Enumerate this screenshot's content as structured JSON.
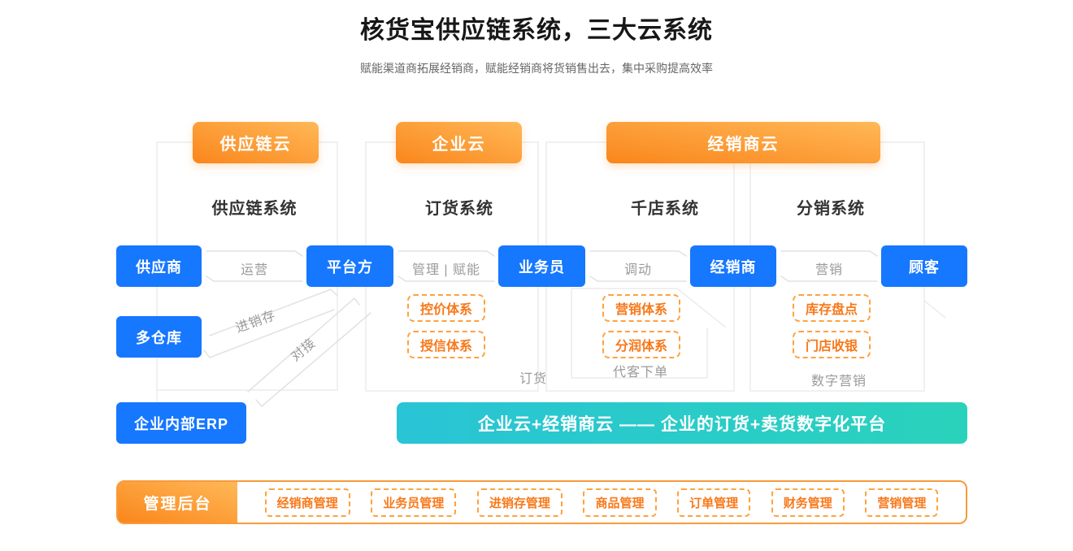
{
  "theme": {
    "orange-1": "#fa861c",
    "orange-2": "#ffb857",
    "blue": "#1677ff",
    "teal-1": "#29c4d6",
    "teal-2": "#2ad2bb",
    "dash-border": "#ffa23c",
    "dash-text": "#f7791b",
    "gray-line": "#e2e2e2",
    "gray-label": "#9a9a9a"
  },
  "header": {
    "title": "核货宝供应链系统，三大云系统",
    "subtitle": "赋能渠道商拓展经销商，赋能经销商将货销售出去，集中采购提高效率"
  },
  "clouds": [
    {
      "label": "供应链云"
    },
    {
      "label": "企业云"
    },
    {
      "label": "经销商云"
    }
  ],
  "systems": [
    {
      "title": "供应链系统"
    },
    {
      "title": "订货系统"
    },
    {
      "title": "千店系统"
    },
    {
      "title": "分销系统"
    }
  ],
  "nodes": {
    "supplier": "供应商",
    "warehouses": "多仓库",
    "erp": "企业内部ERP",
    "platform": "平台方",
    "salesman": "业务员",
    "dealer": "经销商",
    "customer": "顾客"
  },
  "flows": {
    "operate": "运营",
    "inventory": "进销存",
    "connect": "对接",
    "manage_empower": "管理 | 赋能",
    "dispatch": "调动",
    "marketing": "营销"
  },
  "capabilities": {
    "price_control": "控价体系",
    "credit": "授信体系",
    "marketing_system": "营销体系",
    "profit_sharing": "分润体系",
    "stock_check": "库存盘点",
    "store_cashier": "门店收银"
  },
  "tags": {
    "ordering": "订货",
    "proxy_order": "代客下单",
    "digital_marketing": "数字营销"
  },
  "summary": {
    "banner": "企业云+经销商云 —— 企业的订货+卖货数字化平台"
  },
  "admin": {
    "label": "管理后台",
    "modules": [
      {
        "label": "经销商管理"
      },
      {
        "label": "业务员管理"
      },
      {
        "label": "进销存管理"
      },
      {
        "label": "商品管理"
      },
      {
        "label": "订单管理"
      },
      {
        "label": "财务管理"
      },
      {
        "label": "营销管理"
      }
    ]
  }
}
